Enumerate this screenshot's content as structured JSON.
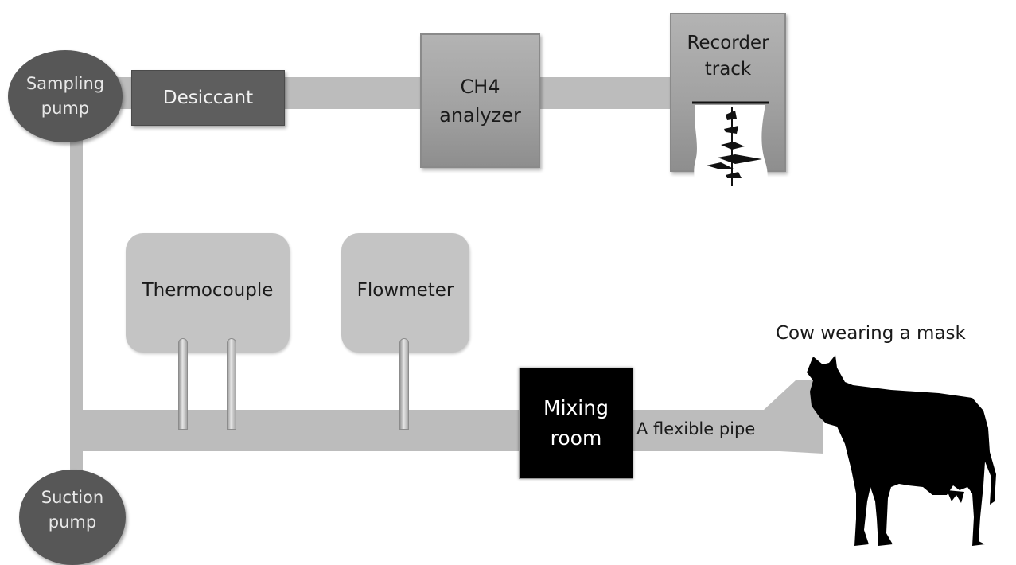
{
  "labels": {
    "sampling_pump": [
      "Sampling",
      "pump"
    ],
    "desiccant": "Desiccant",
    "ch4_analyzer": [
      "CH4",
      "analyzer"
    ],
    "recorder_track": [
      "Recorder",
      "track"
    ],
    "thermocouple": "Thermocouple",
    "flowmeter": "Flowmeter",
    "cow_label": "Cow wearing a mask",
    "mixing_room": [
      "Mixing",
      "room"
    ],
    "flexible_pipe": "A flexible pipe",
    "suction_pump": [
      "Suction",
      "pump"
    ]
  },
  "colors": {
    "pipe": "#bcbcbc",
    "pump": "#575757",
    "desiccant": "#5e5e5e",
    "mixing_room": "#000000",
    "instrument_box": "#c4c4c4"
  }
}
